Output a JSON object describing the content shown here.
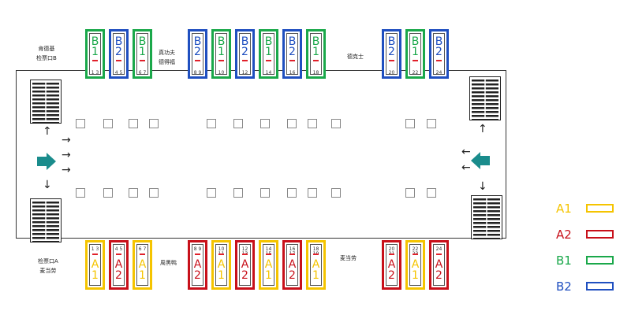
{
  "stores": {
    "top_left": [
      "肯德基",
      "检票口B"
    ],
    "top_mid": [
      "真功夫",
      "德得福"
    ],
    "top_right": "德克士",
    "bottom_left": [
      "检票口A",
      "麦当劳"
    ],
    "bottom_mid": "周黑鸭",
    "bottom_right": "麦当劳"
  },
  "legend": [
    {
      "label": "A1",
      "color": "#f5c400"
    },
    {
      "label": "A2",
      "color": "#c8101a"
    },
    {
      "label": "B1",
      "color": "#1aa84a"
    },
    {
      "label": "B2",
      "color": "#1f4fc0"
    }
  ],
  "gates": {
    "top": [
      {
        "type": "B1",
        "line1": "B",
        "line2": "1",
        "nums": "1  3"
      },
      {
        "type": "B2",
        "line1": "B",
        "line2": "2",
        "nums": "4  5"
      },
      {
        "type": "B1",
        "line1": "B",
        "line2": "1",
        "nums": "6  7"
      },
      {
        "type": "B2",
        "line1": "B",
        "line2": "2",
        "nums": "8  9"
      },
      {
        "type": "B1",
        "line1": "B",
        "line2": "1",
        "nums": "10 11"
      },
      {
        "type": "B2",
        "line1": "B",
        "line2": "2",
        "nums": "12 13"
      },
      {
        "type": "B1",
        "line1": "B",
        "line2": "1",
        "nums": "14 15"
      },
      {
        "type": "B2",
        "line1": "B",
        "line2": "2",
        "nums": "16 17"
      },
      {
        "type": "B1",
        "line1": "B",
        "line2": "1",
        "nums": "18 19"
      },
      {
        "type": "B2",
        "line1": "B",
        "line2": "2",
        "nums": "20 21"
      },
      {
        "type": "B1",
        "line1": "B",
        "line2": "1",
        "nums": "22 23"
      },
      {
        "type": "B2",
        "line1": "B",
        "line2": "2",
        "nums": "24"
      }
    ],
    "bottom": [
      {
        "type": "A1",
        "line1": "A",
        "line2": "1",
        "nums": "1  3"
      },
      {
        "type": "A2",
        "line1": "A",
        "line2": "2",
        "nums": "4  5"
      },
      {
        "type": "A1",
        "line1": "A",
        "line2": "1",
        "nums": "6  7"
      },
      {
        "type": "A2",
        "line1": "A",
        "line2": "2",
        "nums": "8  9"
      },
      {
        "type": "A1",
        "line1": "A",
        "line2": "1",
        "nums": "10 11"
      },
      {
        "type": "A2",
        "line1": "A",
        "line2": "2",
        "nums": "12 13"
      },
      {
        "type": "A1",
        "line1": "A",
        "line2": "1",
        "nums": "14 15"
      },
      {
        "type": "A2",
        "line1": "A",
        "line2": "2",
        "nums": "16 17"
      },
      {
        "type": "A1",
        "line1": "A",
        "line2": "1",
        "nums": "18 19"
      },
      {
        "type": "A2",
        "line1": "A",
        "line2": "2",
        "nums": "20 21"
      },
      {
        "type": "A1",
        "line1": "A",
        "line2": "1",
        "nums": "22 23"
      },
      {
        "type": "A2",
        "line1": "A",
        "line2": "2",
        "nums": "24"
      }
    ]
  }
}
